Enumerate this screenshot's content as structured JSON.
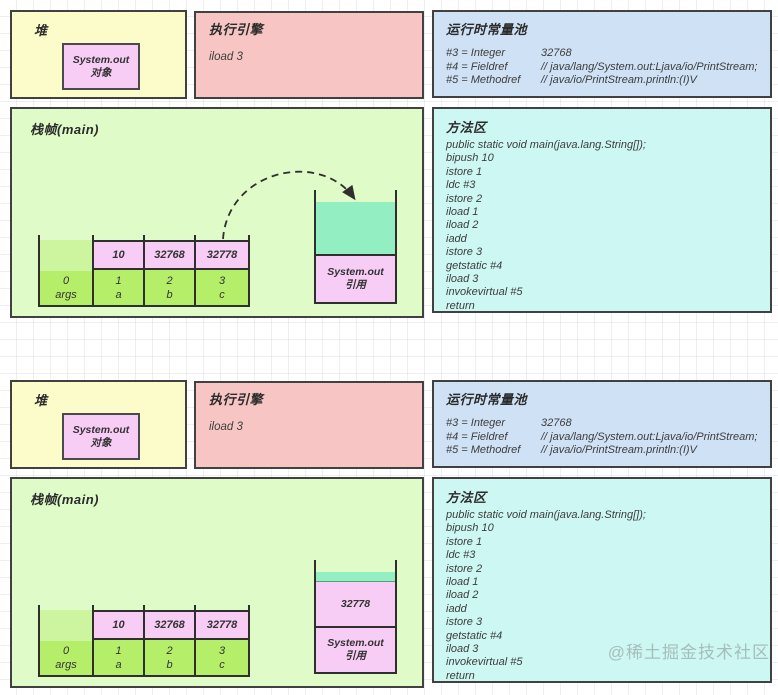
{
  "shared": {
    "heap": {
      "title": "堆",
      "object_line1": "System.out",
      "object_line2": "对象"
    },
    "engine": {
      "title": "执行引擎",
      "instruction": "iload 3"
    },
    "pool": {
      "title": "运行时常量池",
      "entries": [
        {
          "label": "#3 = Integer",
          "value": "32768"
        },
        {
          "label": "#4 = Fieldref",
          "value": "// java/lang/System.out:Ljava/io/PrintStream;"
        },
        {
          "label": "#5 = Methodref",
          "value": "// java/io/PrintStream.println:(I)V"
        }
      ]
    },
    "frame": {
      "title": "栈帧(main)"
    },
    "locals": {
      "slot0_index": "0",
      "slot0_name": "args",
      "slots": [
        {
          "value": "10",
          "index": "1",
          "name": "a"
        },
        {
          "value": "32768",
          "index": "2",
          "name": "b"
        },
        {
          "value": "32778",
          "index": "3",
          "name": "c"
        }
      ]
    },
    "method": {
      "title": "方法区",
      "bytecode": [
        "public static void main(java.lang.String[]);",
        "bipush 10",
        "istore 1",
        "ldc #3",
        "istore 2",
        "iload 1",
        "iload 2",
        "iadd",
        "istore 3",
        "getstatic #4",
        "iload 3",
        "invokevirtual #5",
        "return"
      ]
    }
  },
  "diagram1": {
    "operand_stack": {
      "ref_line1": "System.out",
      "ref_line2": "引用"
    }
  },
  "diagram2": {
    "operand_stack": {
      "top_value": "32778",
      "ref_line1": "System.out",
      "ref_line2": "引用"
    }
  },
  "watermark": "@稀土掘金技术社区",
  "colors": {
    "heap_fill": "#fcfcca",
    "object_fill": "#f8cdf5",
    "engine_fill": "#f7c6c4",
    "pool_fill": "#cfe1f4",
    "frame_fill": "#dffbc8",
    "method_fill": "#cdf7f3",
    "slot_green": "#b5ef69",
    "slot_green_light": "#cdf49f",
    "value_pink": "#f8cdf5",
    "stack_teal": "#93eec2",
    "border": "#3f3f3f"
  }
}
